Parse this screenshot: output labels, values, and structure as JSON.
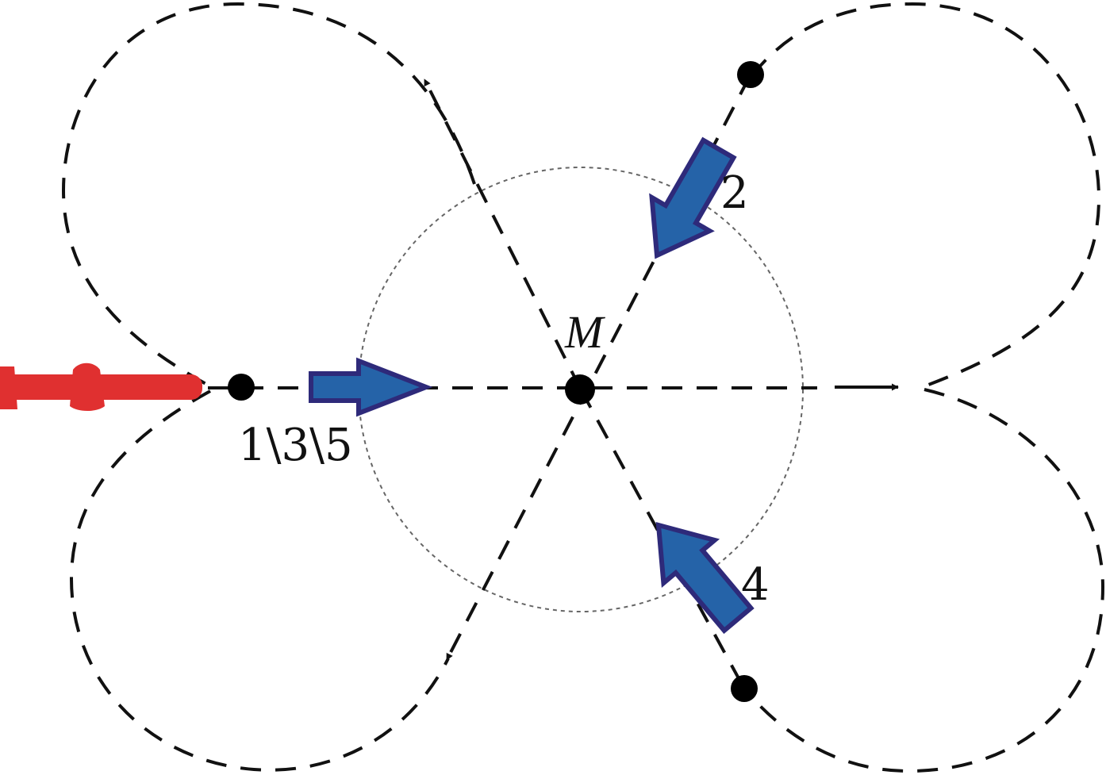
{
  "labels": {
    "center": "M",
    "pass_top": "2",
    "pass_bottom": "4",
    "pass_left": "1\\3\\5"
  },
  "colors": {
    "background": "#ffffff",
    "path_line": "#111111",
    "helper_circle": "#666666",
    "pass_arrow_fill": "#2563a8",
    "pass_arrow_stroke": "#2e2a7a",
    "aircraft": "#e03030",
    "node": "#000000"
  },
  "icons": {
    "aircraft": "aircraft-icon",
    "pass_arrow": "pass-direction-arrow-icon",
    "exit_arrow": "small-arrowhead-icon"
  }
}
